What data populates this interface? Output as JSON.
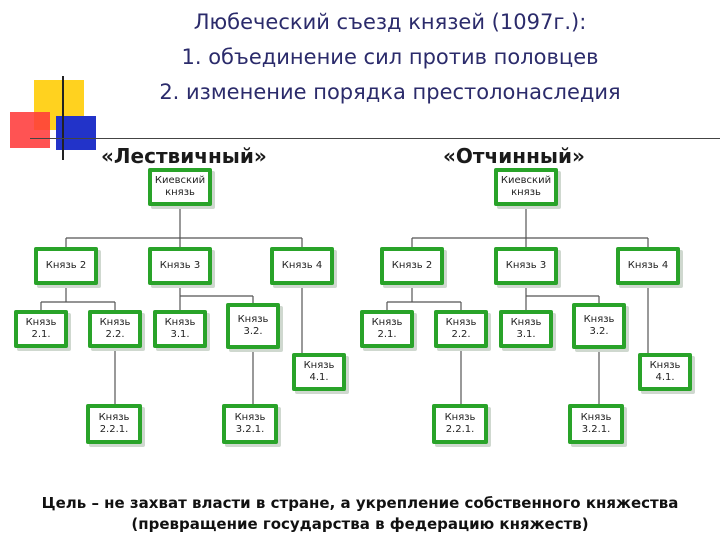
{
  "title": {
    "line1": "Любеческий съезд князей (1097г.):",
    "line2": "1. объединение сил против половцев",
    "line3": "2. изменение порядка престолонаследия"
  },
  "systems": {
    "left": "«Лествичный»",
    "right": "«Отчинный»"
  },
  "trees": {
    "left": {
      "root": "Киевский\nкнязь",
      "k2": "Князь 2",
      "k3": "Князь 3",
      "k4": "Князь 4",
      "k21": "Князь\n2.1.",
      "k22": "Князь\n2.2.",
      "k31": "Князь\n3.1.",
      "k32": "Князь\n3.2.",
      "k41": "Князь\n4.1.",
      "k221": "Князь\n2.2.1.",
      "k321": "Князь\n3.2.1."
    },
    "right": {
      "root": "Киевский\nкнязь",
      "k2": "Князь 2",
      "k3": "Князь 3",
      "k4": "Князь 4",
      "k21": "Князь\n2.1.",
      "k22": "Князь\n2.2.",
      "k31": "Князь\n3.1.",
      "k32": "Князь\n3.2.",
      "k41": "Князь\n4.1.",
      "k221": "Князь\n2.2.1.",
      "k321": "Князь\n3.2.1."
    }
  },
  "footer": {
    "line1": "Цель – не захват власти в стране, а укрепление собственного княжества",
    "line2": "(превращение государства в федерацию княжеств)"
  },
  "colors": {
    "node_border": "#29a329",
    "connector": "#555555",
    "title": "#2b2b6b"
  }
}
